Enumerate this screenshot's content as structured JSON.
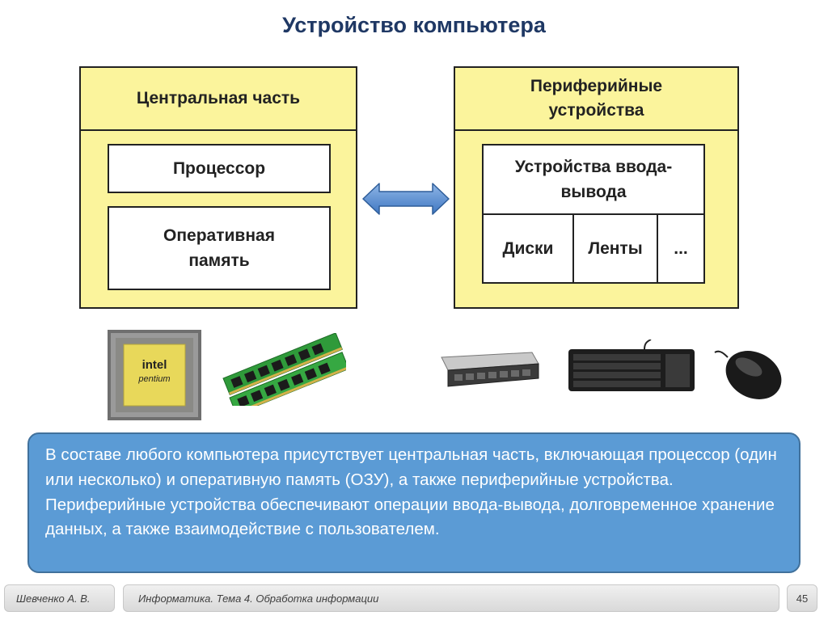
{
  "slide": {
    "title": "Устройство компьютера"
  },
  "central": {
    "heading": "Центральная часть",
    "processor": "Процессор",
    "ram": "Оперативная память"
  },
  "peripheral": {
    "heading": "Периферийные устройства",
    "io_heading": "Устройства ввода-вывода",
    "io_items": [
      "Диски",
      "Ленты",
      "..."
    ]
  },
  "chip_marking": {
    "brand": "intel",
    "model": "pentium"
  },
  "description": "В составе любого компьютера присутствует центральная часть, включающая процессор (один или несколько) и оперативную память (ОЗУ), а также периферийные устройства. Периферийные устройства обеспечивают операции ввода-вывода, долговременное хранение данных, а также взаимодействие с пользователем.",
  "footer": {
    "author": "Шевченко А. В.",
    "course": "Информатика. Тема 4. Обработка информации",
    "page": "45"
  },
  "colors": {
    "title": "#1f3864",
    "panel_fill": "#fbf49c",
    "info_fill": "#5b9bd5",
    "arrow_fill": "#5b8fd0"
  },
  "icons": [
    "double-arrow-icon",
    "cpu-chip-image",
    "ram-modules-image",
    "rack-server-image",
    "keyboard-image",
    "mouse-image"
  ]
}
